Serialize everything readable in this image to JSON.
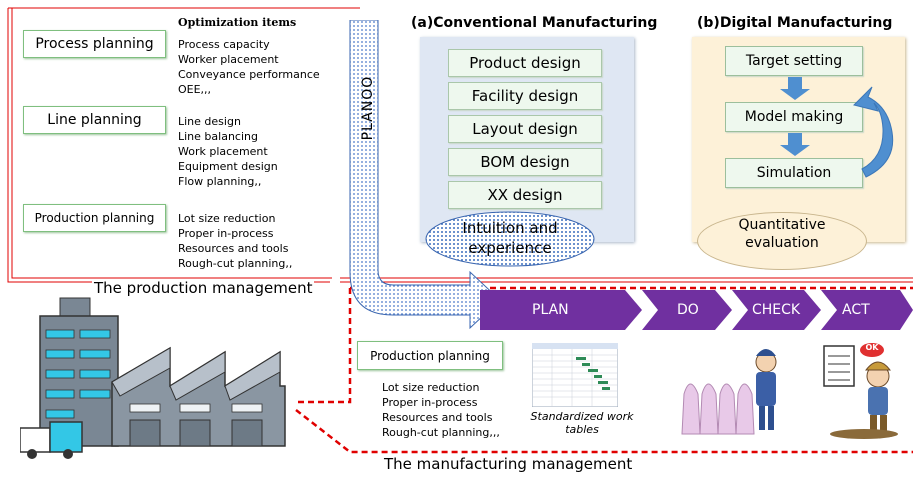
{
  "optimization_title": "Optimization items",
  "planning_groups": [
    {
      "label": "Process planning",
      "items": [
        "Process capacity",
        "Worker placement",
        "Conveyance performance",
        "OEE,,,"
      ]
    },
    {
      "label": "Line planning",
      "items": [
        "Line design",
        "Line balancing",
        "Work placement",
        "Equipment design",
        "Flow planning,,"
      ]
    },
    {
      "label": "Production planning",
      "items": [
        "Lot size reduction",
        "Proper in-process",
        "Resources and tools",
        "Rough-cut planning,,"
      ]
    }
  ],
  "planoo_label": "PLANOO",
  "conventional": {
    "title": "(a)Conventional Manufacturing",
    "boxes": [
      "Product design",
      "Facility design",
      "Layout design",
      "BOM design",
      "XX design"
    ],
    "ellipse": "Intuition and experience"
  },
  "digital": {
    "title": "(b)Digital Manufacturing",
    "steps": [
      "Target setting",
      "Model making",
      "Simulation"
    ],
    "ellipse": "Quantitative evaluation"
  },
  "pdca": [
    "PLAN",
    "DO",
    "CHECK",
    "ACT"
  ],
  "production_management": "The production management",
  "manufacturing_management": "The manufacturing management",
  "bottom_planning": {
    "label": "Production planning",
    "items": [
      "Lot size reduction",
      "Proper in-process",
      "Resources and tools",
      "Rough-cut planning,,,"
    ]
  },
  "work_tables_caption": "Standardized work tables",
  "ok_sign": "OK",
  "colors": {
    "arrow": "#7030a0",
    "red_line": "#e00000",
    "green_border": "#7fbf7f",
    "dig_bg": "#fdf1d8",
    "conv_bg": "#dfe7f3",
    "blue_arrow": "#4f8fd0"
  }
}
